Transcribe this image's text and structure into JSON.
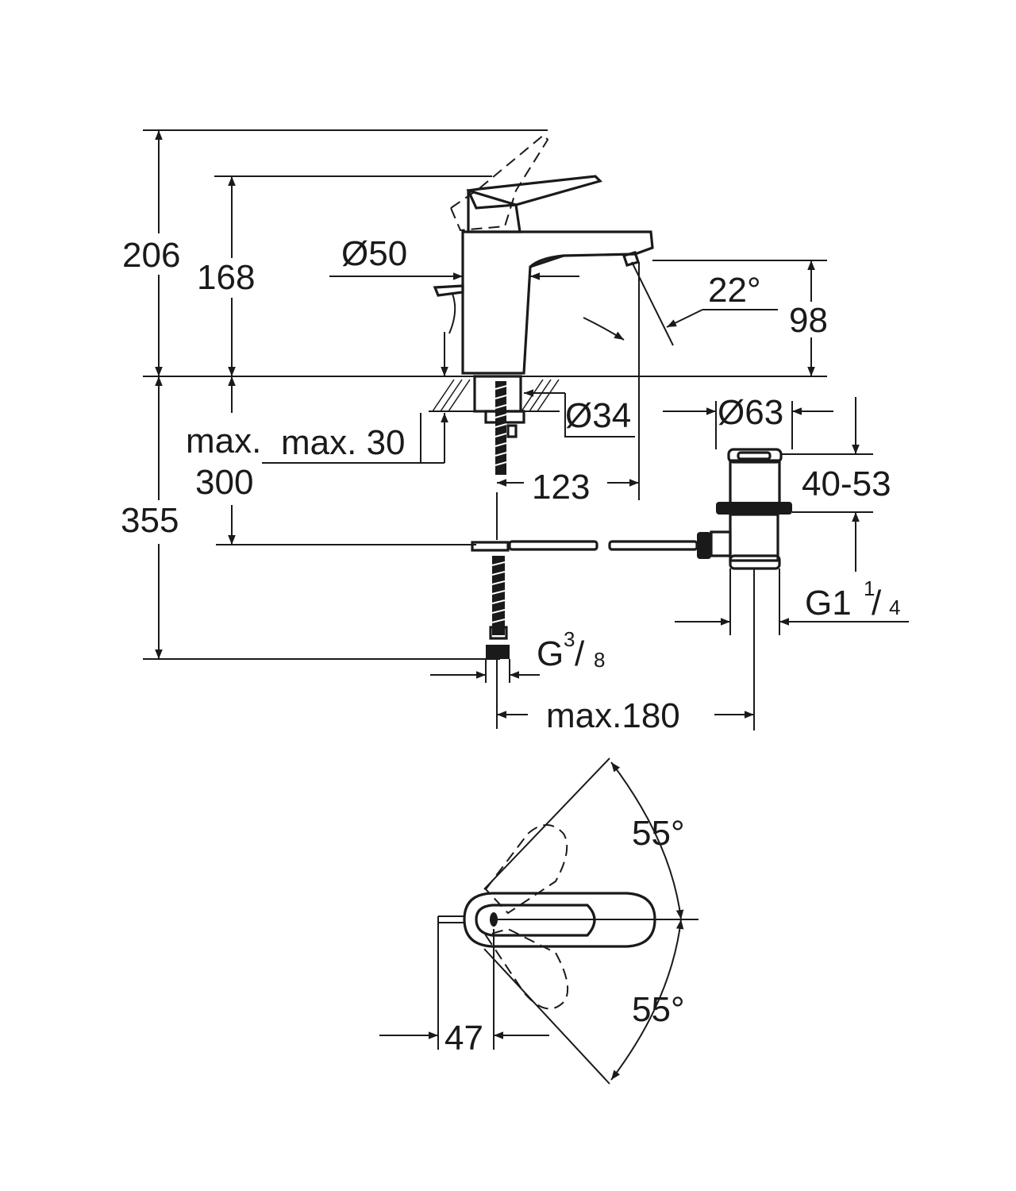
{
  "colors": {
    "ink": "#1a1a1a",
    "background": "#ffffff"
  },
  "dimensions": {
    "height_lever_open": "206",
    "height_lever_closed": "168",
    "body_diameter": "Ø50",
    "spout_angle": "22°",
    "spout_height": "98",
    "base_diameter": "Ø34",
    "max_label": "max.",
    "max_label_2": "max. 30",
    "hose_length": "300",
    "below_counter": "355",
    "spout_reach": "123",
    "waste_diameter": "Ø63",
    "waste_range": "40-53",
    "waste_thread_main": "G1",
    "waste_thread_num": "1",
    "waste_thread_den": "4",
    "supply_thread_main": "G",
    "supply_thread_num": "3",
    "supply_thread_den": "8",
    "waste_offset": "max.180",
    "rotation_up": "55°",
    "rotation_down": "55°",
    "handle_offset": "47"
  }
}
